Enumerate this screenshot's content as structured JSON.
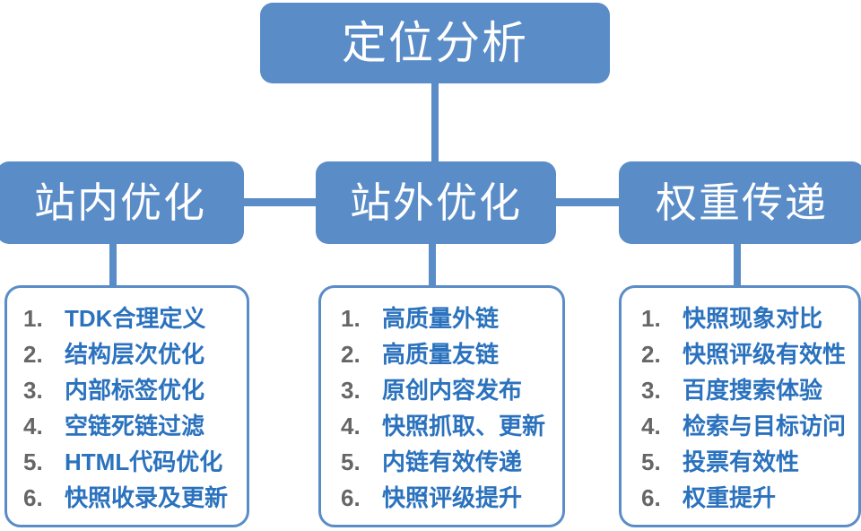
{
  "diagram": {
    "type": "hierarchy-tree",
    "root": {
      "label": "定位分析"
    },
    "colors": {
      "box_fill": "#5a8cc8",
      "box_text": "#ffffff",
      "list_border": "#5a8cc8",
      "list_number": "#666666",
      "list_text": "#2b72be",
      "connector": "#5a8cc8",
      "background": "#ffffff"
    },
    "branches": [
      {
        "label": "站内优化",
        "items": [
          {
            "num": "1.",
            "text": "TDK合理定义"
          },
          {
            "num": "2.",
            "text": "结构层次优化"
          },
          {
            "num": "3.",
            "text": "内部标签优化"
          },
          {
            "num": "4.",
            "text": "空链死链过滤"
          },
          {
            "num": "5.",
            "text": "HTML代码优化"
          },
          {
            "num": "6.",
            "text": "快照收录及更新"
          }
        ]
      },
      {
        "label": "站外优化",
        "items": [
          {
            "num": "1.",
            "text": "高质量外链"
          },
          {
            "num": "2.",
            "text": "高质量友链"
          },
          {
            "num": "3.",
            "text": "原创内容发布"
          },
          {
            "num": "4.",
            "text": "快照抓取、更新"
          },
          {
            "num": "5.",
            "text": "内链有效传递"
          },
          {
            "num": "6.",
            "text": "快照评级提升"
          }
        ]
      },
      {
        "label": "权重传递",
        "items": [
          {
            "num": "1.",
            "text": "快照现象对比"
          },
          {
            "num": "2.",
            "text": "快照评级有效性"
          },
          {
            "num": "3.",
            "text": "百度搜索体验"
          },
          {
            "num": "4.",
            "text": "检索与目标访问"
          },
          {
            "num": "5.",
            "text": "投票有效性"
          },
          {
            "num": "6.",
            "text": "权重提升"
          }
        ]
      }
    ]
  }
}
